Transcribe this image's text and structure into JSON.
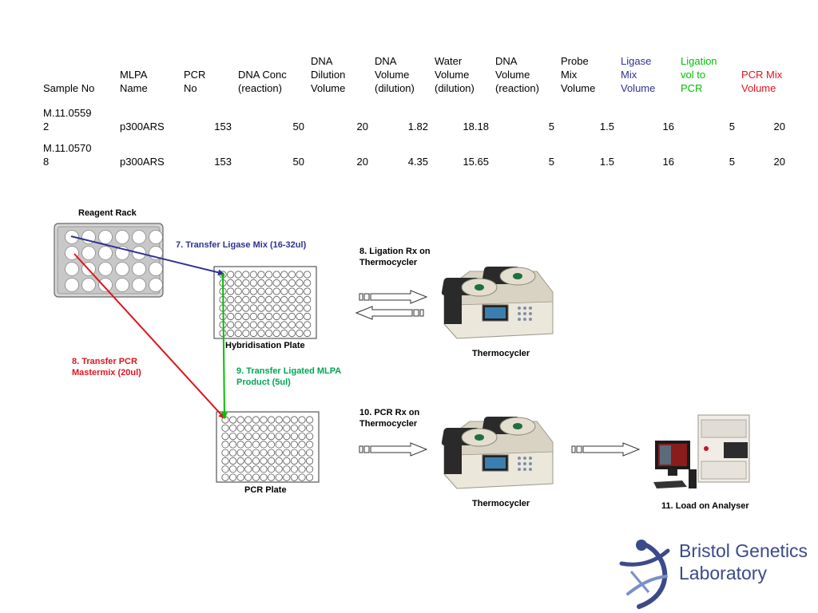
{
  "table": {
    "headers": [
      {
        "text": "Sample No",
        "color": "#000000"
      },
      {
        "text": "MLPA\nName",
        "color": "#000000"
      },
      {
        "text": "PCR\nNo",
        "color": "#000000"
      },
      {
        "text": "DNA Conc\n(reaction)",
        "color": "#000000"
      },
      {
        "text": "DNA\nDilution\nVolume",
        "color": "#000000"
      },
      {
        "text": "DNA\nVolume\n(dilution)",
        "color": "#000000"
      },
      {
        "text": "Water\nVolume\n(dilution)",
        "color": "#000000"
      },
      {
        "text": "DNA\nVolume\n(reaction)",
        "color": "#000000"
      },
      {
        "text": "Probe\nMix\nVolume",
        "color": "#000000"
      },
      {
        "text": "Ligase\nMix\nVolume",
        "color": "#2e3192"
      },
      {
        "text": "Ligation\nvol to\nPCR",
        "color": "#00c000"
      },
      {
        "text": "PCR Mix\nVolume",
        "color": "#e0141e"
      }
    ],
    "rows": [
      [
        "M.11.0559\n2",
        "p300ARS",
        "153",
        "50",
        "20",
        "1.82",
        "18.18",
        "5",
        "1.5",
        "16",
        "5",
        "20"
      ],
      [
        "M.11.0570\n8",
        "p300ARS",
        "153",
        "50",
        "20",
        "4.35",
        "15.65",
        "5",
        "1.5",
        "16",
        "5",
        "20"
      ]
    ]
  },
  "diagram": {
    "reagent_rack_label": "Reagent Rack",
    "step7_label": "7. Transfer Ligase Mix (16-32ul)",
    "step8_transfer_label": "8. Transfer PCR\nMastermix (20ul)",
    "step9_label": "9. Transfer Ligated MLPA\nProduct (5ul)",
    "hyb_plate_label": "Hybridisation Plate",
    "pcr_plate_label": "PCR Plate",
    "step8_rx_label": "8. Ligation Rx on\nThermocycler",
    "thermocycler_label_1": "Thermocycler",
    "step10_label": "10. PCR Rx on\nThermocycler",
    "thermocycler_label_2": "Thermocycler",
    "step11_label": "11. Load on Analyser"
  },
  "logo": {
    "text": "Bristol Genetics\nLaboratory",
    "color": "#3b4a8a"
  },
  "colors": {
    "ligase": "#2e3192",
    "ligation": "#00c000",
    "pcr": "#e0141e"
  }
}
